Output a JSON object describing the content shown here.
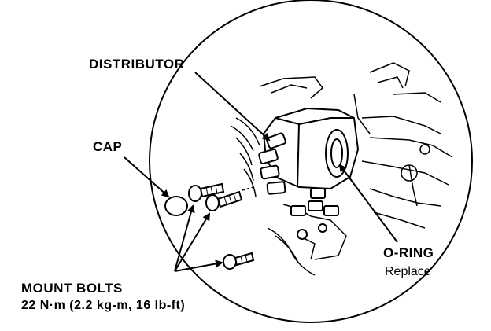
{
  "labels": {
    "distributor": "DISTRIBUTOR",
    "cap": "CAP",
    "o_ring": "O-RING",
    "o_ring_note": "Replace",
    "mount_bolts": "MOUNT BOLTS",
    "torque_spec": "22 N·m (2.2 kg-m, 16 lb-ft)"
  },
  "colors": {
    "ink": "#000000",
    "background": "#ffffff"
  }
}
